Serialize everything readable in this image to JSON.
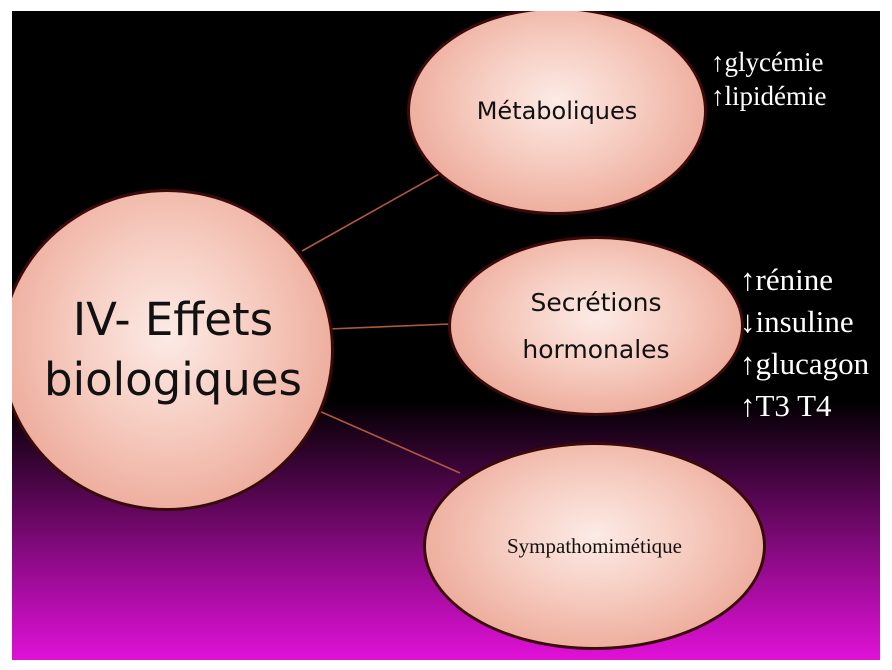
{
  "diagram": {
    "center": {
      "lines": [
        "IV- Effets",
        "biologiques"
      ]
    },
    "branches": [
      {
        "lines": [
          "Métaboliques"
        ],
        "annotations": [
          "↑glycémie",
          "↑lipidémie"
        ]
      },
      {
        "lines": [
          "Secrétions",
          "hormonales"
        ],
        "annotations": [
          "↑rénine",
          "↓insuline",
          "↑glucagon",
          "↑T3 T4"
        ]
      },
      {
        "lines": [
          "Sympathomimétique"
        ],
        "annotations": []
      }
    ]
  },
  "colors": {
    "node_fill": "#f6cbbf",
    "node_border": "#3a0a0a",
    "connector": "#b0583f",
    "annotation_text": "#ffffff",
    "background_top": "#000000",
    "background_bottom": "#e011d8"
  }
}
